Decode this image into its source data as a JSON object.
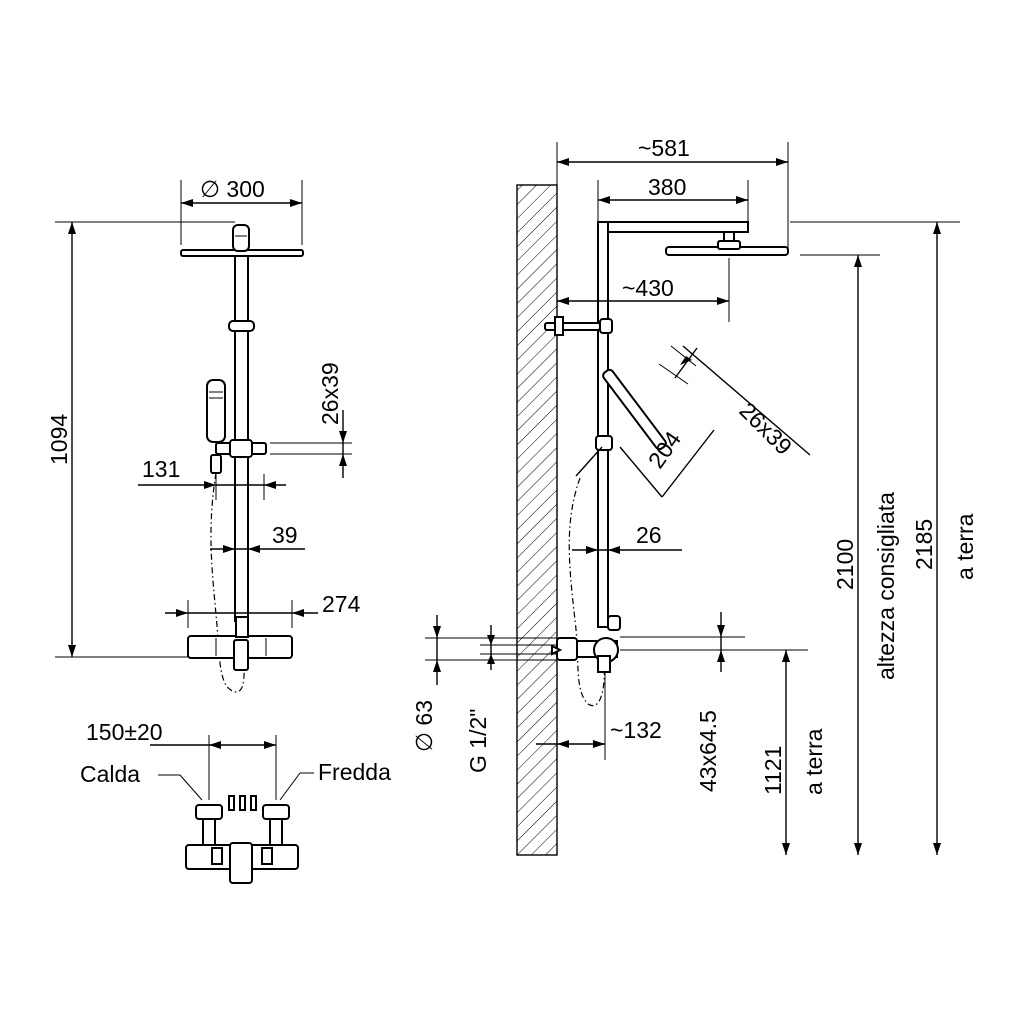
{
  "front_view": {
    "head_diameter": "∅ 300",
    "height": "1094",
    "slider_size": "26x39",
    "hand_offset": "131",
    "bar_offset": "39",
    "mixer_width": "274"
  },
  "side_view": {
    "overall_projection": "~581",
    "arm_length": "380",
    "arm_reach": "~430",
    "slider_size": "26x39",
    "hand_length": "204",
    "bar_gap": "26",
    "wall_distance": "~132",
    "mixer_size": "43x64.5",
    "inlet_diameter": "∅ 63",
    "thread": "G 1/2\"",
    "mixer_height": "1121",
    "mixer_height_note": "a terra",
    "recommended_height": "2100",
    "recommended_height_note": "altezza consigliata",
    "total_height": "2185",
    "total_height_note": "a terra"
  },
  "mixer_detail": {
    "center_distance": "150±20",
    "hot_label": "Calda",
    "cold_label": "Fredda"
  }
}
